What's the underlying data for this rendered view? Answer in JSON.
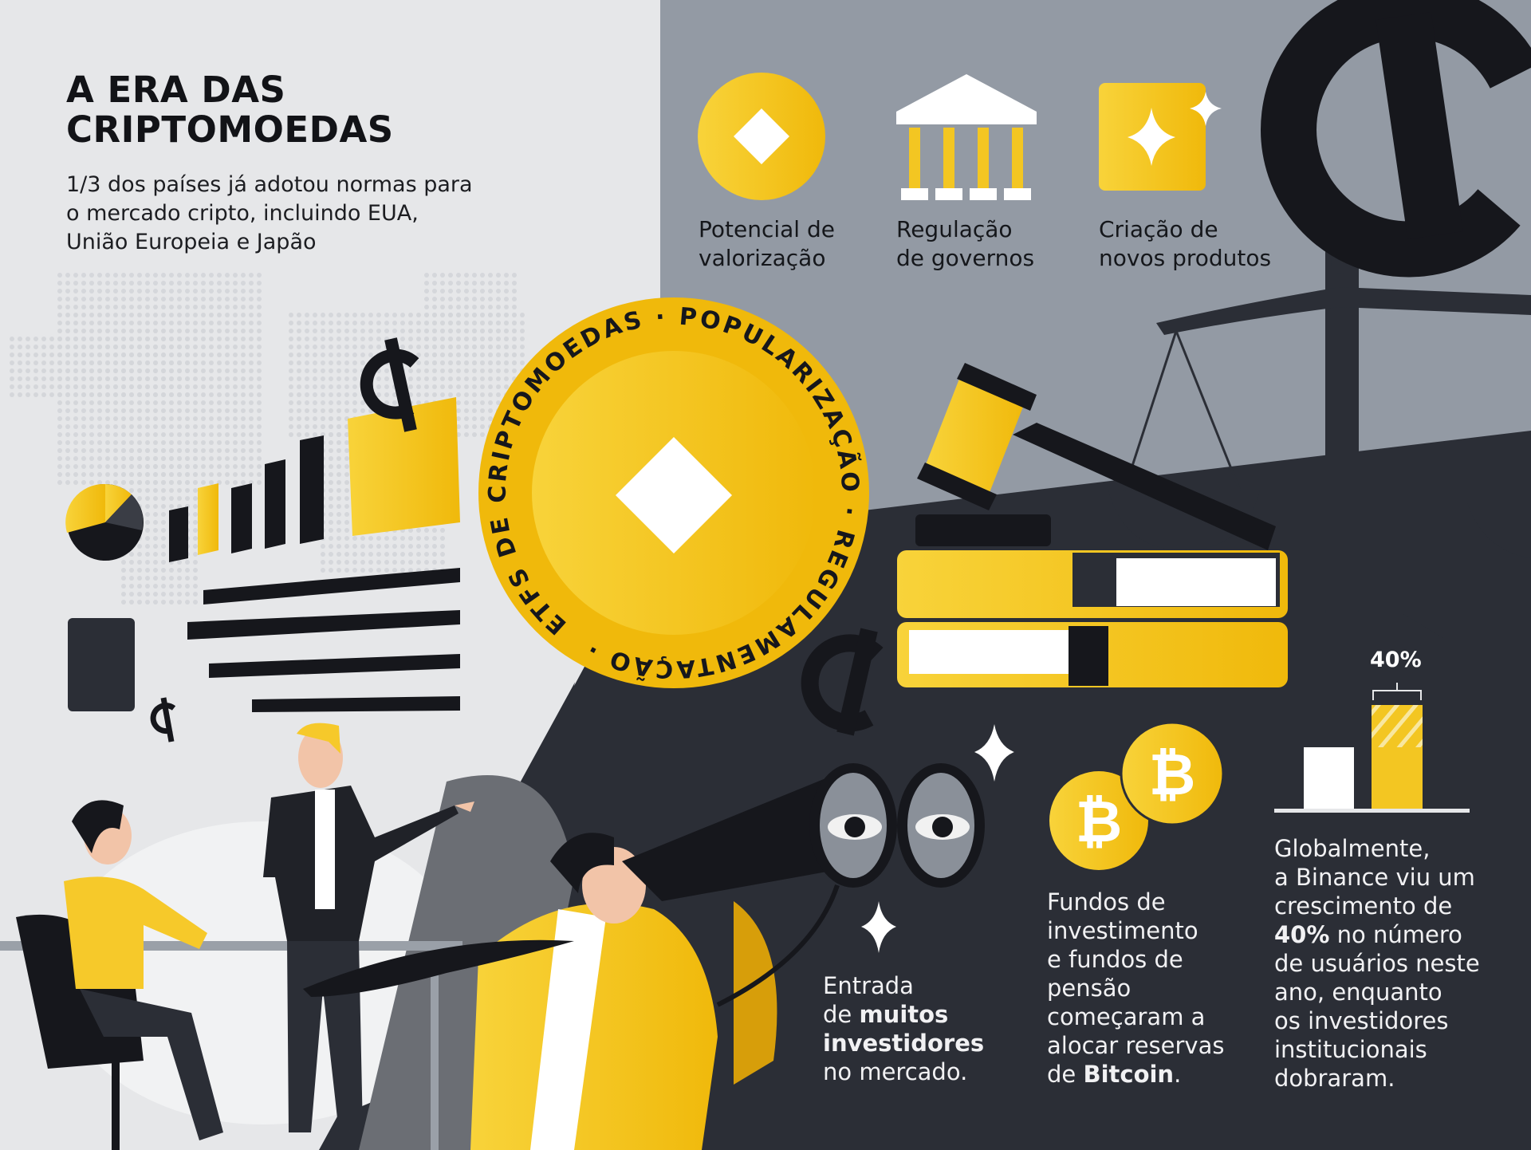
{
  "header": {
    "title_line1": "A ERA DAS",
    "title_line2": "CRIPTOMOEDAS",
    "subtitle": "1/3 dos países já adotou normas para o mercado cripto, incluindo EUA, União Europeia e Japão"
  },
  "features": [
    {
      "icon": "diamond-coin-icon",
      "line1": "Potencial de",
      "line2": "valorização"
    },
    {
      "icon": "government-building-icon",
      "line1": "Regulação",
      "line2": "de governos"
    },
    {
      "icon": "sparkle-card-icon",
      "line1": "Criação de",
      "line2": "novos produtos"
    }
  ],
  "badge": {
    "ring_text": "ETFS DE CRIPTOMOEDAS · POPULARIZAÇÃO · REGULAMENTAÇÃO ·"
  },
  "facts": {
    "investors": {
      "p1": "Entrada",
      "p2": "de ",
      "b1": "muitos",
      "b2": "investidores",
      "p3": "no mercado."
    },
    "funds": {
      "p1": "Fundos de",
      "p2": "investimento",
      "p3": "e fundos de",
      "p4": "pensão",
      "p5": "começaram a",
      "p6": "alocar reservas",
      "p7": "de ",
      "b1": "Bitcoin",
      "p8": "."
    },
    "binance": {
      "p1": "Globalmente,",
      "p2": "a Binance viu um",
      "p3": "crescimento de",
      "b1": "40%",
      "p4": " no número",
      "p5": "de usuários neste",
      "p6": "ano, enquanto",
      "p7": "os investidores",
      "p8": "institucionais",
      "p9": "dobraram."
    }
  },
  "growth_chart": {
    "label": "40%",
    "growth_percent": 40
  },
  "colors": {
    "yellow": "#f0b90b",
    "yellow_light": "#f8d33a",
    "dark": "#2b2e36",
    "gray": "#939aa4",
    "light": "#e6e7e9"
  }
}
